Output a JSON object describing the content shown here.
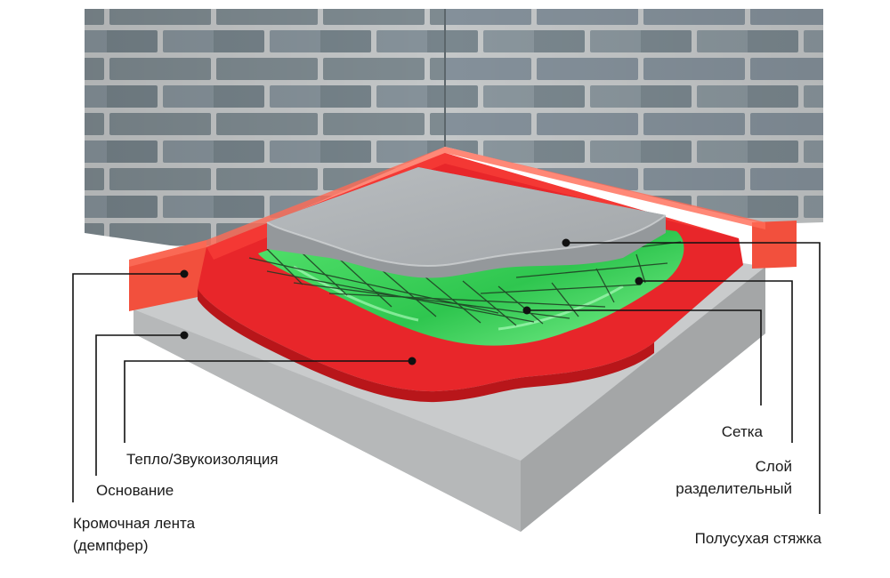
{
  "labels": {
    "edge_tape_line1": "Кромочная лента",
    "edge_tape_line2": "(демпфер)",
    "base": "Основание",
    "insulation": "Тепло/Звукоизоляция",
    "mesh": "Сетка",
    "separating_line1": "Слой",
    "separating_line2": "разделительный",
    "screed": "Полусухая стяжка"
  },
  "colors": {
    "brick": "#7e8a90",
    "mortar": "#c4c7c8",
    "insulation_red": "#e8262a",
    "edge_tape": "#f2503d",
    "film_green": "#3fd660",
    "screed_grey": "#a9adb0",
    "base_concrete": "#c9cbcc"
  }
}
